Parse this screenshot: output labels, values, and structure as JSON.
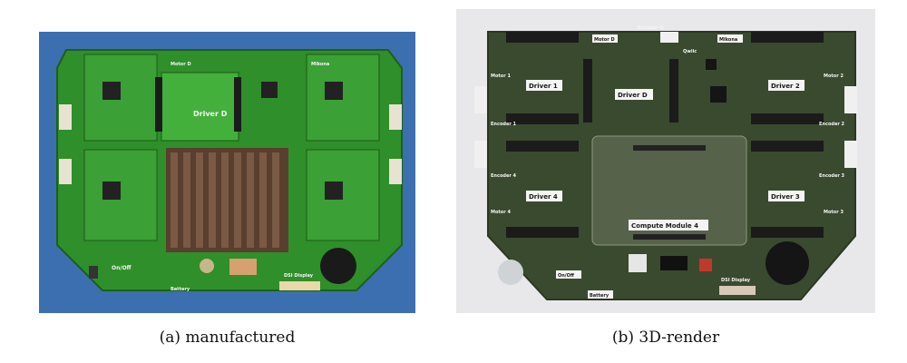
{
  "figure": {
    "panel_a": {
      "caption": "(a) manufactured",
      "labels": {
        "driver_d": "Driver D",
        "motor_d": "Motor D",
        "mikona": "Mikona",
        "on_off": "On/Off",
        "battery": "Battery",
        "dsi_display": "DSI Display"
      }
    },
    "panel_b": {
      "caption": "(b) 3D-render",
      "labels": {
        "motor_d": "Motor D",
        "encoder_d": "Encoder D",
        "qwiic": "Qwiic",
        "mikona": "Mikona",
        "driver_1": "Driver 1",
        "driver_d": "Driver D",
        "driver_2": "Driver 2",
        "driver_3": "Driver 3",
        "driver_4": "Driver 4",
        "compute_module": "Compute Module 4",
        "on_off": "On/Off",
        "battery": "Battery",
        "dsi_display": "DSI Display",
        "motor_1": "Motor 1",
        "encoder_1": "Encoder 1",
        "motor_2": "Motor 2",
        "encoder_2": "Encoder 2",
        "motor_3": "Motor 3",
        "encoder_3": "Encoder 3",
        "motor_4": "Motor 4",
        "encoder_4": "Encoder 4"
      }
    },
    "colors": {
      "pcb_green_a": "#2f8f2a",
      "pcb_green_b": "#3a4a2e",
      "photo_bg_a": "#3b6fb0",
      "render_bg_b": "#e8e8ea",
      "heatsink": "#5a3e2e",
      "header_black": "#1b1b1b",
      "silk_label": "#f4f4f4"
    }
  }
}
